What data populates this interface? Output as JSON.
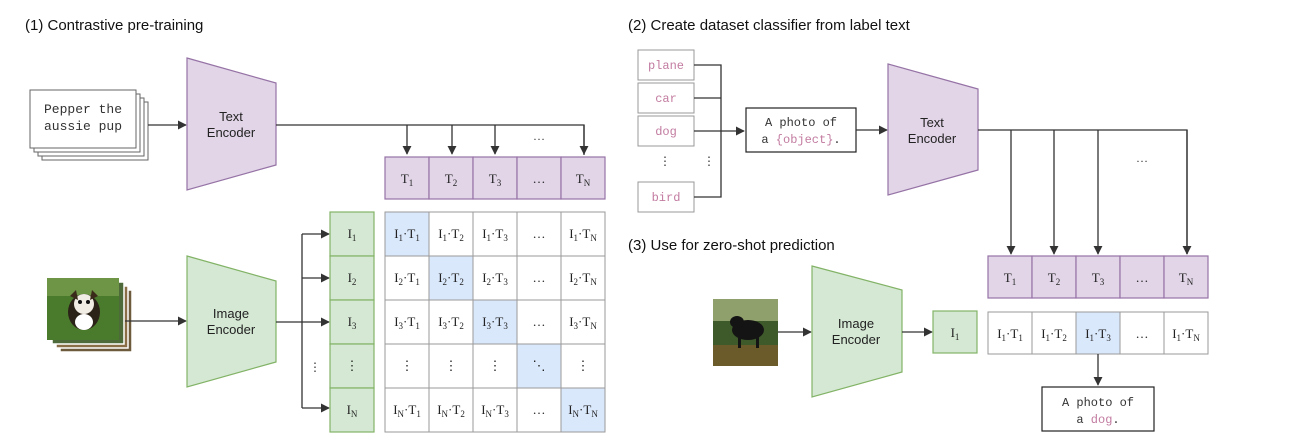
{
  "sections": {
    "s1_title": "(1) Contrastive pre-training",
    "s2_title": "(2) Create dataset classifier from label text",
    "s3_title": "(3) Use for zero-shot prediction"
  },
  "encoders": {
    "text_line1": "Text",
    "image_line1": "Image",
    "line2": "Encoder"
  },
  "input_text": {
    "line1": "Pepper the",
    "line2": "aussie pup"
  },
  "labels": [
    "plane",
    "car",
    "dog",
    "bird"
  ],
  "template": {
    "line1": "A photo of",
    "line2_prefix": "a ",
    "placeholder": "{object}",
    "line2_suffix": "."
  },
  "prediction": {
    "line1": "A photo of",
    "line2_prefix": "a ",
    "label": "dog",
    "line2_suffix": "."
  },
  "matrix": {
    "text_tokens": [
      {
        "b": "T",
        "s": "1"
      },
      {
        "b": "T",
        "s": "2"
      },
      {
        "b": "T",
        "s": "3"
      },
      {
        "b": "…",
        "s": ""
      },
      {
        "b": "T",
        "s": "N"
      }
    ],
    "image_tokens": [
      {
        "b": "I",
        "s": "1"
      },
      {
        "b": "I",
        "s": "2"
      },
      {
        "b": "I",
        "s": "3"
      },
      {
        "b": "⋮",
        "s": ""
      },
      {
        "b": "I",
        "s": "N"
      }
    ]
  },
  "ellipsis": "…",
  "vdots": "⋮",
  "ddots": "⋱",
  "colors": {
    "text_encoder": "#e1d5e7",
    "text_encoder_border": "#9673a6",
    "image_encoder": "#d5e8d4",
    "image_encoder_border": "#82b366",
    "diagonal": "#dae8fc",
    "diagonal_border": "#6c8ebf",
    "label_text": "#c27ba0"
  },
  "icons": [
    "dog-photo",
    "dog-photo-2"
  ]
}
